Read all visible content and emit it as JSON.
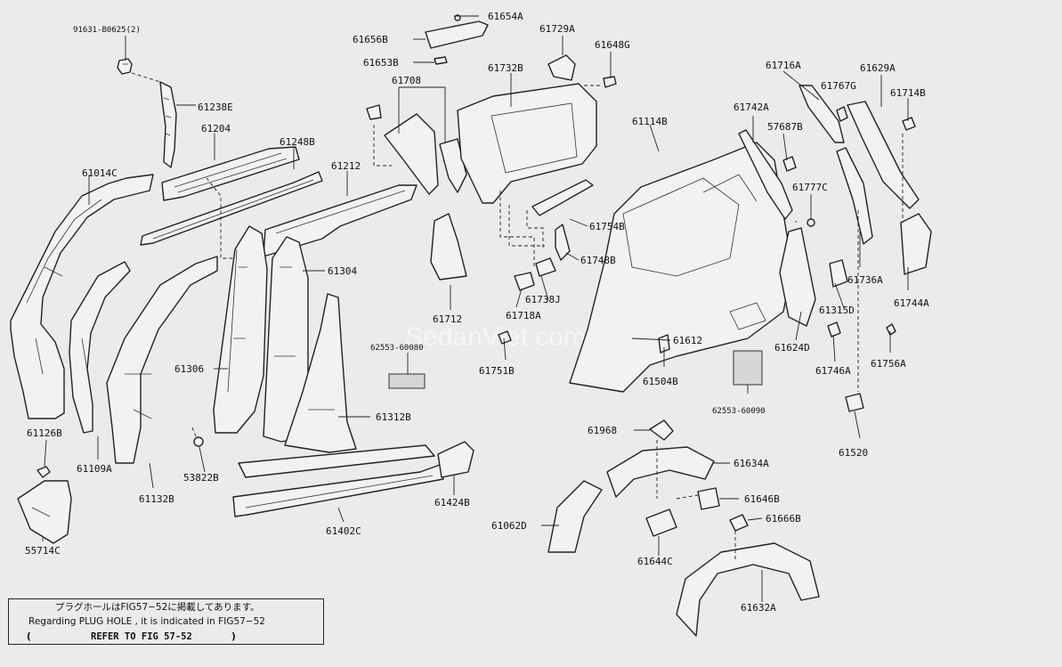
{
  "watermark": "SedanViet.com",
  "labels": {
    "p91631": "91631-B0625(2)",
    "p61654A": "61654A",
    "p61656B": "61656B",
    "p61653B": "61653B",
    "p61729A": "61729A",
    "p61648G": "61648G",
    "p61238E": "61238E",
    "p61708": "61708",
    "p61732B": "61732B",
    "p61716A": "61716A",
    "p61629A": "61629A",
    "p61204": "61204",
    "p61248B": "61248B",
    "p61767G": "61767G",
    "p61714B": "61714B",
    "p61742A": "61742A",
    "p57687B": "57687B",
    "p61114B": "61114B",
    "p61014C": "61014C",
    "p61212": "61212",
    "p61777C": "61777C",
    "p61754B": "61754B",
    "p61748B": "61748B",
    "p61304": "61304",
    "p61738J": "61738J",
    "p61718A": "61718A",
    "p61736A": "61736A",
    "p61744A": "61744A",
    "p61315D": "61315D",
    "p61712": "61712",
    "p61612": "61612",
    "p61624D": "61624D",
    "p62553a": "62553-60080",
    "p61751B": "61751B",
    "p61504B": "61504B",
    "p61746A": "61746A",
    "p61756A": "61756A",
    "p61306": "61306",
    "p61312B": "61312B",
    "p62553b": "62553-60090",
    "p61126B": "61126B",
    "p61109A": "61109A",
    "p61968": "61968",
    "p61520": "61520",
    "p61634A": "61634A",
    "p53822B": "53822B",
    "p61132B": "61132B",
    "p61424B": "61424B",
    "p61646B": "61646B",
    "p61062D": "61062D",
    "p61666B": "61666B",
    "p61402C": "61402C",
    "p55714C": "55714C",
    "p61644C": "61644C",
    "p61632A": "61632A"
  },
  "note": {
    "line1": "プラグホールはFIG57−52に掲載してあります。",
    "line2": "Regarding PLUG HOLE , it is indicated in FIG57−52",
    "paren_l": "(",
    "line3": "REFER TO FIG 57-52",
    "paren_r": ")"
  }
}
